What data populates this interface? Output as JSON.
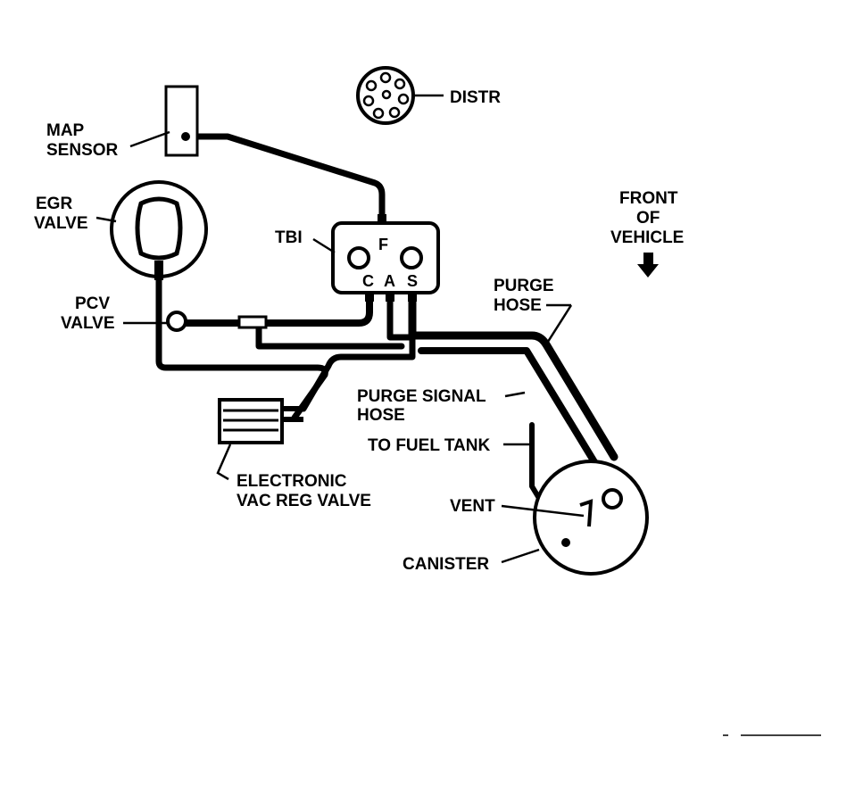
{
  "labels": {
    "map_sensor": [
      "MAP",
      "SENSOR"
    ],
    "distributor": "DISTR",
    "egr_valve": [
      "EGR",
      "VALVE"
    ],
    "tbi": "TBI",
    "tbi_ports": {
      "f": "F",
      "c": "C",
      "a": "A",
      "s": "S"
    },
    "front_of_vehicle": [
      "FRONT",
      "OF",
      "VEHICLE"
    ],
    "pcv_valve": [
      "PCV",
      "VALVE"
    ],
    "purge_hose": [
      "PURGE",
      "HOSE"
    ],
    "purge_signal_hose": [
      "PURGE SIGNAL",
      "HOSE"
    ],
    "to_fuel_tank": "TO FUEL TANK",
    "electronic_vac_reg_valve": [
      "ELECTRONIC",
      "VAC REG VALVE"
    ],
    "vent": "VENT",
    "canister": "CANISTER"
  },
  "colors": {
    "ink": "#000000",
    "paper": "#ffffff"
  }
}
